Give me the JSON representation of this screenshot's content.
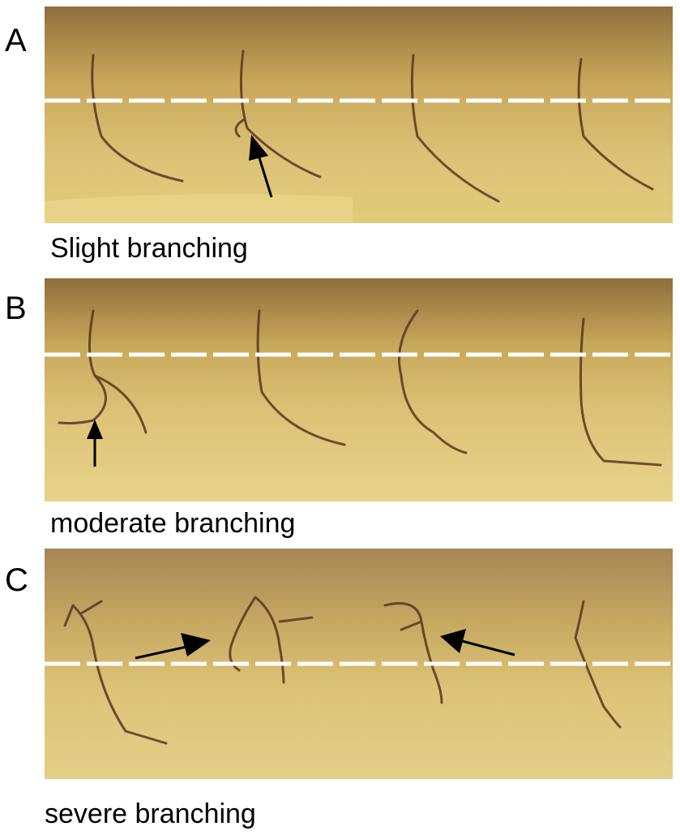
{
  "panels": [
    {
      "letter": "A",
      "caption": "Slight branching"
    },
    {
      "letter": "B",
      "caption": "moderate branching"
    },
    {
      "letter": "C",
      "caption": "severe branching"
    }
  ],
  "colors": {
    "tissue_light": "#e2cb7a",
    "tissue_mid": "#c8a85a",
    "tissue_dark_band": "#8f6f3a",
    "axon": "#5a3520",
    "midline_dash": "#ffffff",
    "arrow": "#000000"
  }
}
